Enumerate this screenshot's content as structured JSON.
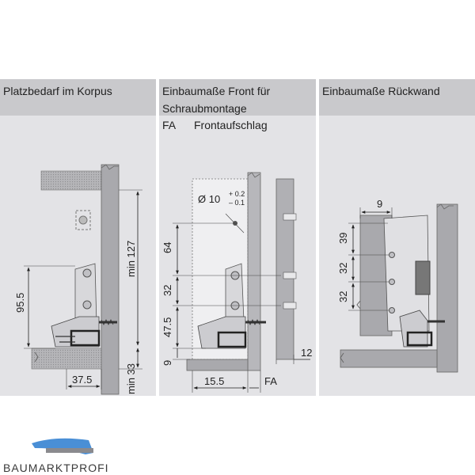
{
  "panels": [
    {
      "title_lines": [
        "Platzbedarf im Korpus"
      ]
    },
    {
      "title_lines": [
        "Einbaumaße Front für",
        "Schraubmontage"
      ]
    },
    {
      "title_lines": [
        "Einbaumaße Rückwand"
      ]
    }
  ],
  "legend": {
    "abbr": "FA",
    "text": "Frontaufschlag"
  },
  "dims": {
    "p1": {
      "h_95_5": "95.5",
      "min_127": "min 127",
      "min_33": "min 33",
      "w_37_5": "37.5"
    },
    "p2": {
      "dia": "Ø 10",
      "tol_plus": "+ 0.2",
      "tol_minus": "– 0.1",
      "d64": "64",
      "d32": "32",
      "d47_5": "47.5",
      "d9": "9",
      "d15_5": "15.5",
      "fa": "FA",
      "d12": "12"
    },
    "p3": {
      "d9": "9",
      "d39": "39",
      "d32a": "32",
      "d32b": "32"
    }
  },
  "logo": {
    "text": "BAUMARKTPROFI",
    "colors": {
      "swoosh": "#4a8fd6",
      "text": "#3a3a3a"
    }
  },
  "colors": {
    "panel": "#e3e3e6",
    "header": "#c9c9cc",
    "wood": "#a9a9ad",
    "metal": "#555555"
  }
}
